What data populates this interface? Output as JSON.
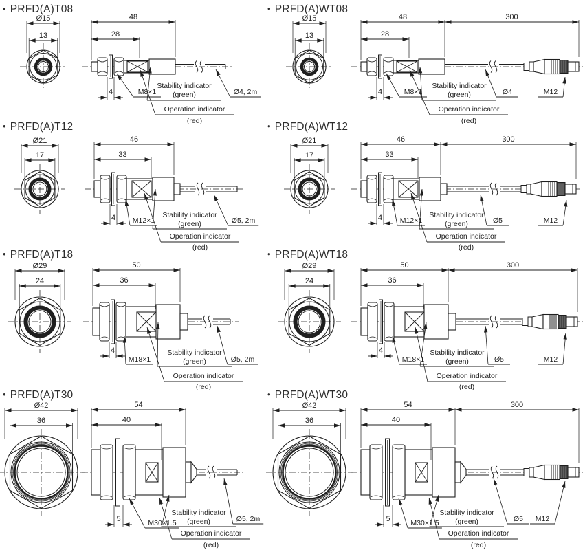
{
  "drawing": {
    "background": "#ffffff",
    "line_color": "#1f1f1f",
    "text_color": "#1f1f1f",
    "connector_knurl_color": "#454545"
  },
  "sensors": [
    {
      "id": "prfda-t08",
      "bullet": "•",
      "title": "PRFD(A)T08",
      "front_view": {
        "outer_diameter": "Ø15",
        "across_flats": "13"
      },
      "side_view": {
        "overall_length": "48",
        "thread_length": "28",
        "washer_width": "4",
        "thread_spec": "M8×1",
        "stability_indicator_line1": "Stability indicator",
        "stability_indicator_line2": "(green)",
        "operation_indicator_line1": "Operation indicator",
        "operation_indicator_line2": "(red)",
        "cable_spec": "Ø4, 2m"
      },
      "connector": null
    },
    {
      "id": "prfda-wt08",
      "bullet": "•",
      "title": "PRFD(A)WT08",
      "front_view": {
        "outer_diameter": "Ø15",
        "across_flats": "13"
      },
      "side_view": {
        "overall_length": "48",
        "thread_length": "28",
        "washer_width": "4",
        "thread_spec": "M8×1",
        "stability_indicator_line1": "Stability indicator",
        "stability_indicator_line2": "(green)",
        "operation_indicator_line1": "Operation indicator",
        "operation_indicator_line2": "(red)",
        "cable_spec": "Ø4"
      },
      "connector": {
        "cable_dim": "300",
        "spec": "M12"
      }
    },
    {
      "id": "prfda-t12",
      "bullet": "•",
      "title": "PRFD(A)T12",
      "front_view": {
        "outer_diameter": "Ø21",
        "across_flats": "17"
      },
      "side_view": {
        "overall_length": "46",
        "thread_length": "33",
        "washer_width": "4",
        "thread_spec": "M12×1",
        "stability_indicator_line1": "Stability indicator",
        "stability_indicator_line2": "(green)",
        "operation_indicator_line1": "Operation indicator",
        "operation_indicator_line2": "(red)",
        "cable_spec": "Ø5, 2m"
      },
      "connector": null
    },
    {
      "id": "prfda-wt12",
      "bullet": "•",
      "title": "PRFD(A)WT12",
      "front_view": {
        "outer_diameter": "Ø21",
        "across_flats": "17"
      },
      "side_view": {
        "overall_length": "46",
        "thread_length": "33",
        "washer_width": "4",
        "thread_spec": "M12×1",
        "stability_indicator_line1": "Stability indicator",
        "stability_indicator_line2": "(green)",
        "operation_indicator_line1": "Operation indicator",
        "operation_indicator_line2": "(red)",
        "cable_spec": "Ø5"
      },
      "connector": {
        "cable_dim": "300",
        "spec": "M12"
      }
    },
    {
      "id": "prfda-t18",
      "bullet": "•",
      "title": "PRFD(A)T18",
      "front_view": {
        "outer_diameter": "Ø29",
        "across_flats": "24"
      },
      "side_view": {
        "overall_length": "50",
        "thread_length": "36",
        "washer_width": "4",
        "thread_spec": "M18×1",
        "stability_indicator_line1": "Stability indicator",
        "stability_indicator_line2": "(green)",
        "operation_indicator_line1": "Operation indicator",
        "operation_indicator_line2": "(red)",
        "cable_spec": "Ø5, 2m"
      },
      "connector": null
    },
    {
      "id": "prfda-wt18",
      "bullet": "•",
      "title": "PRFD(A)WT18",
      "front_view": {
        "outer_diameter": "Ø29",
        "across_flats": "24"
      },
      "side_view": {
        "overall_length": "50",
        "thread_length": "36",
        "washer_width": "4",
        "thread_spec": "M18×1",
        "stability_indicator_line1": "Stability indicator",
        "stability_indicator_line2": "(green)",
        "operation_indicator_line1": "Operation indicator",
        "operation_indicator_line2": "(red)",
        "cable_spec": "Ø5"
      },
      "connector": {
        "cable_dim": "300",
        "spec": "M12"
      }
    },
    {
      "id": "prfda-t30",
      "bullet": "•",
      "title": "PRFD(A)T30",
      "front_view": {
        "outer_diameter": "Ø42",
        "across_flats": "36"
      },
      "side_view": {
        "overall_length": "54",
        "thread_length": "40",
        "washer_width": "5",
        "thread_spec": "M30×1.5",
        "stability_indicator_line1": "Stability indicator",
        "stability_indicator_line2": "(green)",
        "operation_indicator_line1": "Operation indicator",
        "operation_indicator_line2": "(red)",
        "cable_spec": "Ø5, 2m"
      },
      "connector": null
    },
    {
      "id": "prfda-wt30",
      "bullet": "•",
      "title": "PRFD(A)WT30",
      "front_view": {
        "outer_diameter": "Ø42",
        "across_flats": "36"
      },
      "side_view": {
        "overall_length": "54",
        "thread_length": "40",
        "washer_width": "5",
        "thread_spec": "M30×1.5",
        "stability_indicator_line1": "Stability indicator",
        "stability_indicator_line2": "(green)",
        "operation_indicator_line1": "Operation indicator",
        "operation_indicator_line2": "(red)",
        "cable_spec": "Ø5"
      },
      "connector": {
        "cable_dim": "300",
        "spec": "M12"
      }
    }
  ]
}
